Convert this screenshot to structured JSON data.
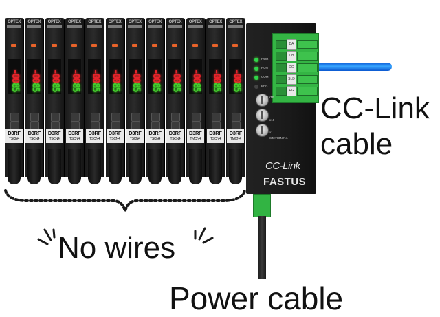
{
  "amplifiers": [
    {
      "brand": "OPTEX",
      "display_top": "-00",
      "display_bottom": "85",
      "model": "D3RF",
      "submodel": "TSCN4"
    },
    {
      "brand": "OPTEX",
      "display_top": "-00",
      "display_bottom": "85",
      "model": "D3RF",
      "submodel": "TSCN4"
    },
    {
      "brand": "OPTEX",
      "display_top": "-00",
      "display_bottom": "85",
      "model": "D3RF",
      "submodel": "TSCN4"
    },
    {
      "brand": "OPTEX",
      "display_top": "-00",
      "display_bottom": "85",
      "model": "D3RF",
      "submodel": "TSCN4"
    },
    {
      "brand": "OPTEX",
      "display_top": "-00",
      "display_bottom": "85",
      "model": "D3RF",
      "submodel": "TSCN4"
    },
    {
      "brand": "OPTEX",
      "display_top": "-00",
      "display_bottom": "85",
      "model": "D3RF",
      "submodel": "TSCN4"
    },
    {
      "brand": "OPTEX",
      "display_top": "-00",
      "display_bottom": "85",
      "model": "D3RF",
      "submodel": "TSCN4"
    },
    {
      "brand": "OPTEX",
      "display_top": "-00",
      "display_bottom": "85",
      "model": "D3RF",
      "submodel": "TSCN4"
    },
    {
      "brand": "OPTEX",
      "display_top": "-00",
      "display_bottom": "85",
      "model": "D3RF",
      "submodel": "TSCN4"
    },
    {
      "brand": "OPTEX",
      "display_top": "-00",
      "display_bottom": "85",
      "model": "D3RF",
      "submodel": "TMCN4"
    },
    {
      "brand": "OPTEX",
      "display_top": "-00",
      "display_bottom": "85",
      "model": "D3RF",
      "submodel": "TSCN4"
    },
    {
      "brand": "OPTEX",
      "display_top": "-00",
      "display_bottom": "85",
      "model": "D3RF",
      "submodel": "TMCN4"
    }
  ],
  "terminals": [
    "DA",
    "DB",
    "DG",
    "SLD",
    "FG"
  ],
  "status_leds": [
    "PWR",
    "RUN",
    "COM",
    "ERR"
  ],
  "knob_labels": [
    "B RATE",
    "x10",
    "x1",
    "STATION No."
  ],
  "logos": {
    "cclink": "CC-Link",
    "fastus": "FASTUS"
  },
  "labels": {
    "cclink_cable_line1": "CC-Link",
    "cclink_cable_line2": "cable",
    "no_wires": "No wires",
    "power_cable": "Power cable"
  },
  "colors": {
    "display_red": "#e8232a",
    "display_green": "#43d02d",
    "terminal_green": "#34b544",
    "cable_blue": "#1e8bff"
  }
}
